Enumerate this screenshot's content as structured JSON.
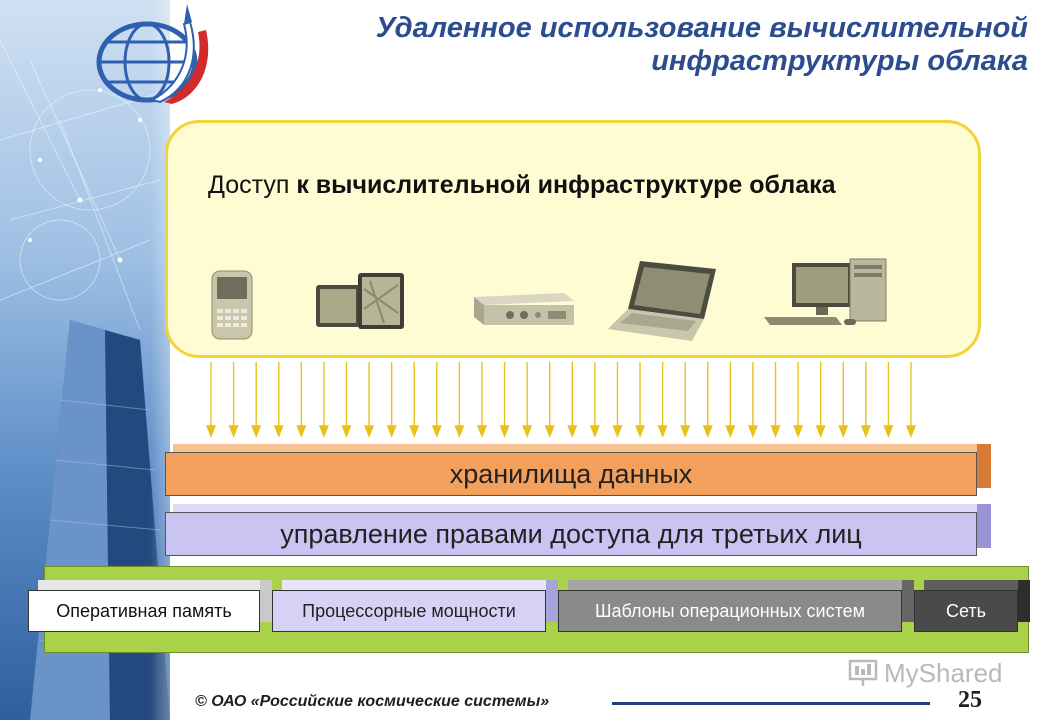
{
  "title": {
    "line1": "Удаленное использование вычислительной",
    "line2": "инфраструктуры облака"
  },
  "access": {
    "prefix": "Доступ",
    "bold": "к вычислительной инфраструктуре облака"
  },
  "devices": [
    "smartphone-icon",
    "tablets-icon",
    "media-box-icon",
    "laptop-icon",
    "desktop-pc-icon"
  ],
  "layers": {
    "storage": "хранилища данных",
    "rights": "управление правами доступа для третьих лиц"
  },
  "resources": {
    "ram": "Оперативная память",
    "cpu": "Процессорные мощности",
    "os": "Шаблоны операционных систем",
    "net": "Сеть"
  },
  "footer": {
    "company": "© ОАО «Российские космические системы»",
    "page": "25"
  },
  "watermark": "MyShared",
  "colors": {
    "title": "#2b4d8f",
    "cloud_fill": "#fffbd2",
    "cloud_border": "#f0d43a",
    "storage": "#f3a05c",
    "rights": "#c9c4f2",
    "base": "#a9d24a"
  }
}
